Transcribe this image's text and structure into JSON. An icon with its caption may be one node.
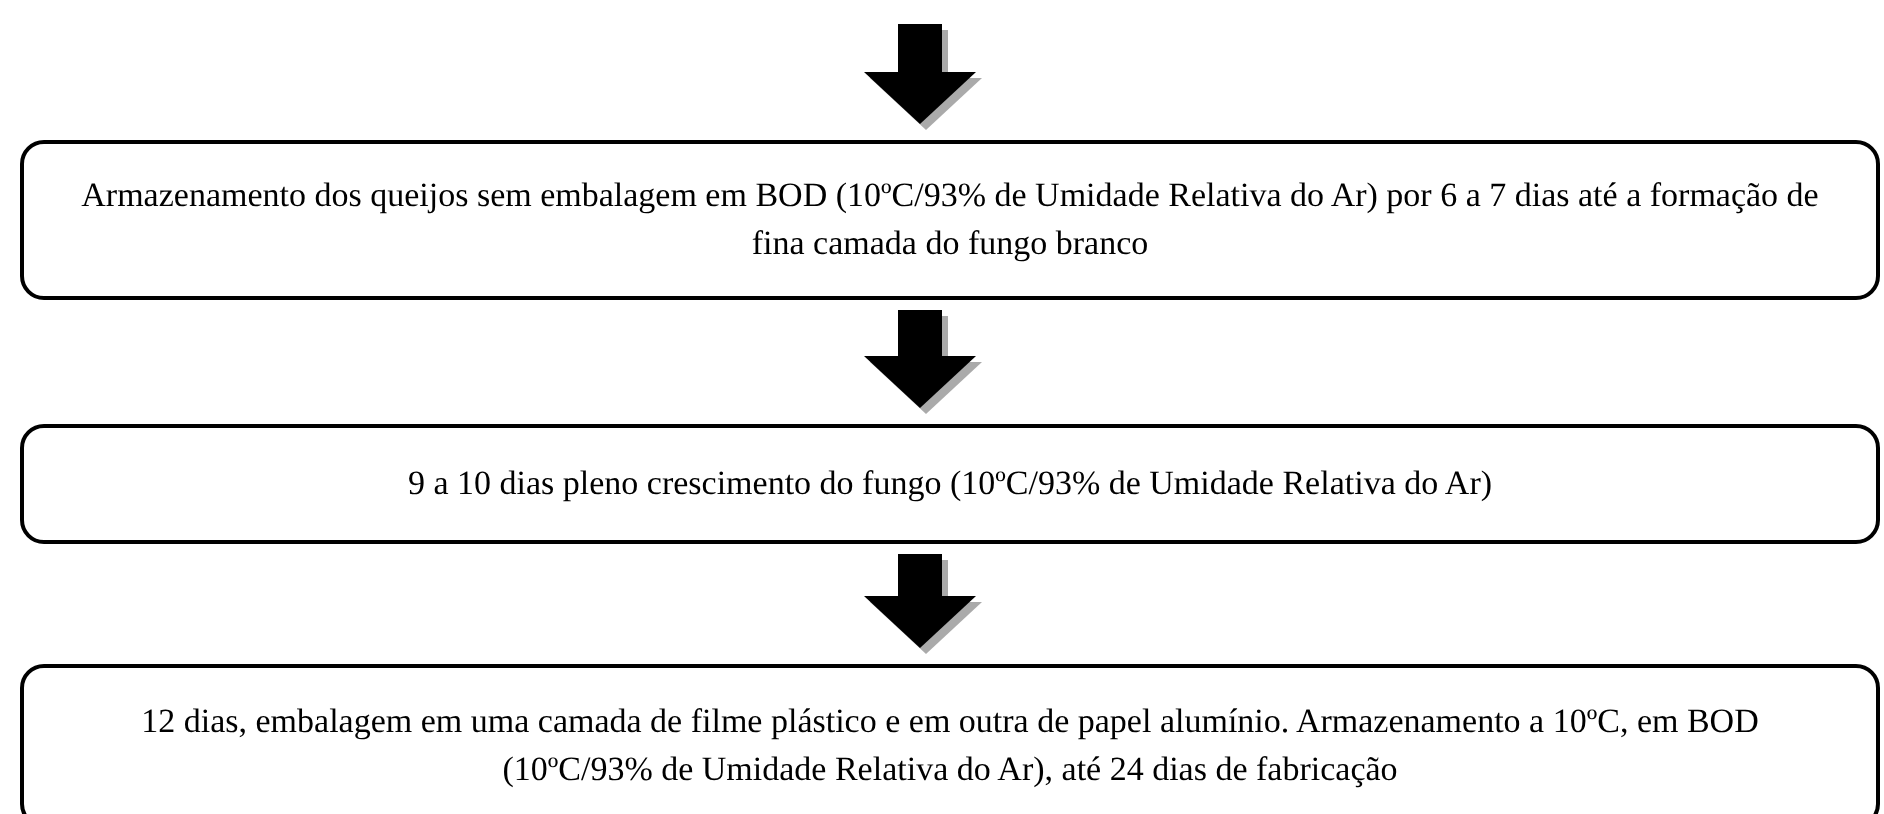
{
  "diagram": {
    "nodes": [
      {
        "text": [
          "Armazenamento dos queijos sem embalagem em BOD (10ºC/93% de Umidade Relativa do Ar) por 6 a 7 dias até a formação de fina camada do fungo branco"
        ]
      },
      {
        "text": [
          "9 a 10 dias pleno crescimento do fungo (10ºC/93% de Umidade Relativa do Ar)"
        ]
      },
      {
        "text": [
          "12 dias, embalagem em uma camada de filme plástico e em outra de papel alumínio. Armazenamento a 10ºC, em BOD (10ºC/93% de Umidade Relativa do Ar), até 24 dias de fabricação"
        ]
      }
    ],
    "edges": [
      {
        "from": null,
        "to": 0,
        "arrow": "to"
      },
      {
        "from": 0,
        "to": 1,
        "arrow": "to"
      },
      {
        "from": 1,
        "to": 2,
        "arrow": "to"
      }
    ]
  }
}
